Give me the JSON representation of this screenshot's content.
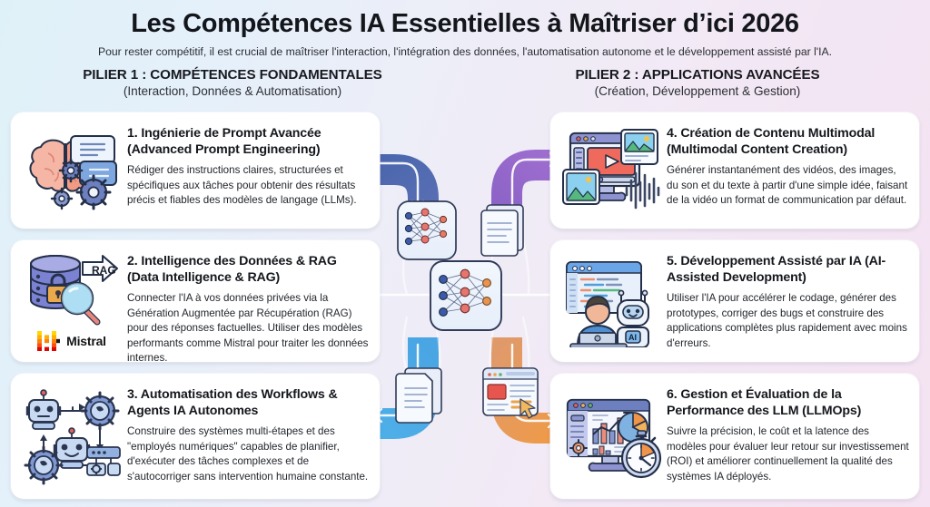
{
  "header": {
    "title": "Les Compétences IA Essentielles à Maîtriser d’ici 2026",
    "subtitle": "Pour rester compétitif, il est crucial de maîtriser l'interaction, l'intégration des données, l'automatisation autonome et le développement assisté par l'IA."
  },
  "pillars": [
    {
      "heading": "PILIER 1 : COMPÉTENCES FONDAMENTALES",
      "subheading": "(Interaction, Données & Automatisation)"
    },
    {
      "heading": "PILIER 2 : APPLICATIONS AVANCÉES",
      "subheading": "(Création, Développement & Gestion)"
    }
  ],
  "cards": {
    "left": [
      {
        "number": "1.",
        "title": "1. Ingénierie de Prompt Avancée (Advanced Prompt Engineering)",
        "description": "Rédiger des instructions claires, structurées et spécifiques aux tâches pour obtenir des résultats précis et fiables des modèles de langage (LLMs).",
        "icon": "brain-chat-gears-icon"
      },
      {
        "number": "2.",
        "title": "2. Intelligence des Données & RAG (Data Intelligence & RAG)",
        "description": "Connecter l'IA à vos données privées via la Génération Augmentée par Récupération (RAG) pour des réponses factuelles. Utiliser des modèles performants comme Mistral pour traiter les données internes.",
        "icon": "database-lock-magnifier-rag-icon",
        "badge_label": "RAG",
        "brand": "Mistral",
        "brand_icon": "mistral-logo-icon"
      },
      {
        "number": "3.",
        "title": "3. Automatisation des Workflows & Agents IA Autonomes",
        "description": "Construire des systèmes multi-étapes et des \"employés numériques\" capables de planifier, d'exécuter des tâches complexes et de s'autocorriger sans intervention humaine constante.",
        "icon": "robots-workflow-gears-icon"
      }
    ],
    "right": [
      {
        "number": "4.",
        "title": "4. Création de Contenu Multimodal (Multimodal Content Creation)",
        "description": "Générer instantanément des vidéos, des images, du son et du texte à partir d'une simple idée, faisant de la vidéo un format de communication par défaut.",
        "icon": "video-image-audio-monitor-icon"
      },
      {
        "number": "5.",
        "title": "5. Développement Assisté par IA (AI-Assisted Development)",
        "description": "Utiliser l'IA pour accélérer le codage, générer des prototypes, corriger des bugs et construire des applications complètes plus rapidement avec moins d'erreurs.",
        "icon": "developer-robot-code-icon",
        "badge_label": "AI"
      },
      {
        "number": "6.",
        "title": "6. Gestion et Évaluation de la Performance des LLM (LLMOps)",
        "description": "Suivre la précision, le coût et la latence des modèles pour évaluer leur retour sur investissement (ROI) et améliorer continuellement la qualité des systèmes IA déployés.",
        "icon": "dashboard-charts-stopwatch-icon"
      }
    ]
  },
  "center_flow": {
    "nodes": [
      {
        "name": "neural-network-node-top",
        "icon": "neural-network-icon"
      },
      {
        "name": "documents-node-top-right",
        "icon": "documents-stack-icon"
      },
      {
        "name": "neural-network-node-center",
        "icon": "neural-network-icon"
      },
      {
        "name": "document-node-bottom-left",
        "icon": "document-icon"
      },
      {
        "name": "browser-node-bottom-right",
        "icon": "browser-window-cursor-icon"
      }
    ],
    "arrows": [
      {
        "name": "flow-arrow-top-left",
        "color": "#3d5aa6"
      },
      {
        "name": "flow-arrow-top-right",
        "color": "#8f63c9"
      },
      {
        "name": "flow-arrow-middle-left",
        "color": "#2f97e0"
      },
      {
        "name": "flow-arrow-middle-right",
        "color": "#c898d8"
      },
      {
        "name": "flow-arrow-bottom-left",
        "color": "#3d9fe2"
      },
      {
        "name": "flow-arrow-bottom-right",
        "color": "#ef9448"
      }
    ]
  },
  "colors": {
    "background_start": "#dff1f8",
    "background_end": "#f4e3f2",
    "card_background": "#ffffff",
    "title_text": "#13161b",
    "body_text": "#22262c",
    "accent_blue": "#3d5aa6",
    "accent_purple": "#8f63c9",
    "accent_orange": "#ef9448",
    "accent_cyan": "#3d9fe2",
    "mistral_orange": "#ff7000",
    "mistral_red": "#e10500"
  }
}
